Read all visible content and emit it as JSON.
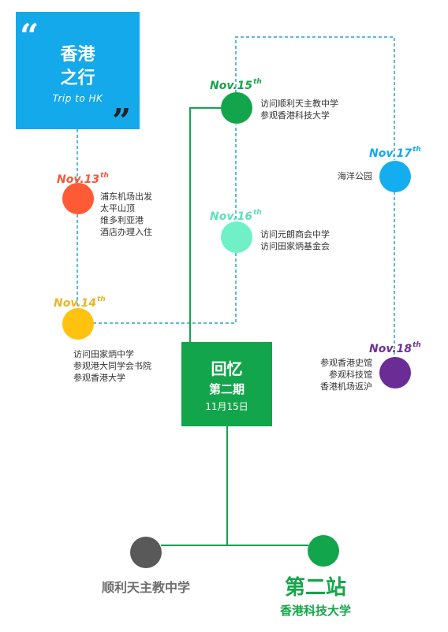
{
  "title": {
    "line1": "香港",
    "line2": "之行",
    "subtitle": "Trip to HK",
    "open_quote": "“",
    "close_quote": "”"
  },
  "events": [
    {
      "date": "Nov.13",
      "suffix": "th",
      "color": "#ef5a39",
      "dot_color": "#ff5a36",
      "items": [
        "浦东机场出发",
        "太平山顶",
        "维多利亚港",
        "酒店办理入住"
      ]
    },
    {
      "date": "Nov.14",
      "suffix": "th",
      "color": "#e9b428",
      "dot_color": "#ffc20e",
      "items": [
        "访问田家炳中学",
        "参观港大同学会书院",
        "参观香港大学"
      ]
    },
    {
      "date": "Nov.15",
      "suffix": "th",
      "color": "#15a54a",
      "dot_color": "#13a54b",
      "items": [
        "访问顺利天主教中学",
        "参观香港科技大学"
      ]
    },
    {
      "date": "Nov.16",
      "suffix": "th",
      "color": "#5fe0b9",
      "dot_color": "#6ff0c6",
      "items": [
        "访问元朗商会中学",
        "访问田家炳基金会"
      ]
    },
    {
      "date": "Nov.17",
      "suffix": "th",
      "color": "#14a9ea",
      "dot_color": "#14aef0",
      "items": [
        "海洋公园"
      ]
    },
    {
      "date": "Nov.18",
      "suffix": "th",
      "color": "#6e3196",
      "dot_color": "#6c2c95",
      "items": [
        "参观香港史馆",
        "参观科技馆",
        "香港机场返沪"
      ]
    }
  ],
  "center": {
    "title": "回忆",
    "issue": "第二期",
    "date": "11月15日",
    "color": "#13a54b"
  },
  "bottom": {
    "school_left": "顺利天主教中学",
    "station": "第二站",
    "school_right": "香港科技大学",
    "left_dot_color": "#595959",
    "right_dot_color": "#13a54b"
  }
}
